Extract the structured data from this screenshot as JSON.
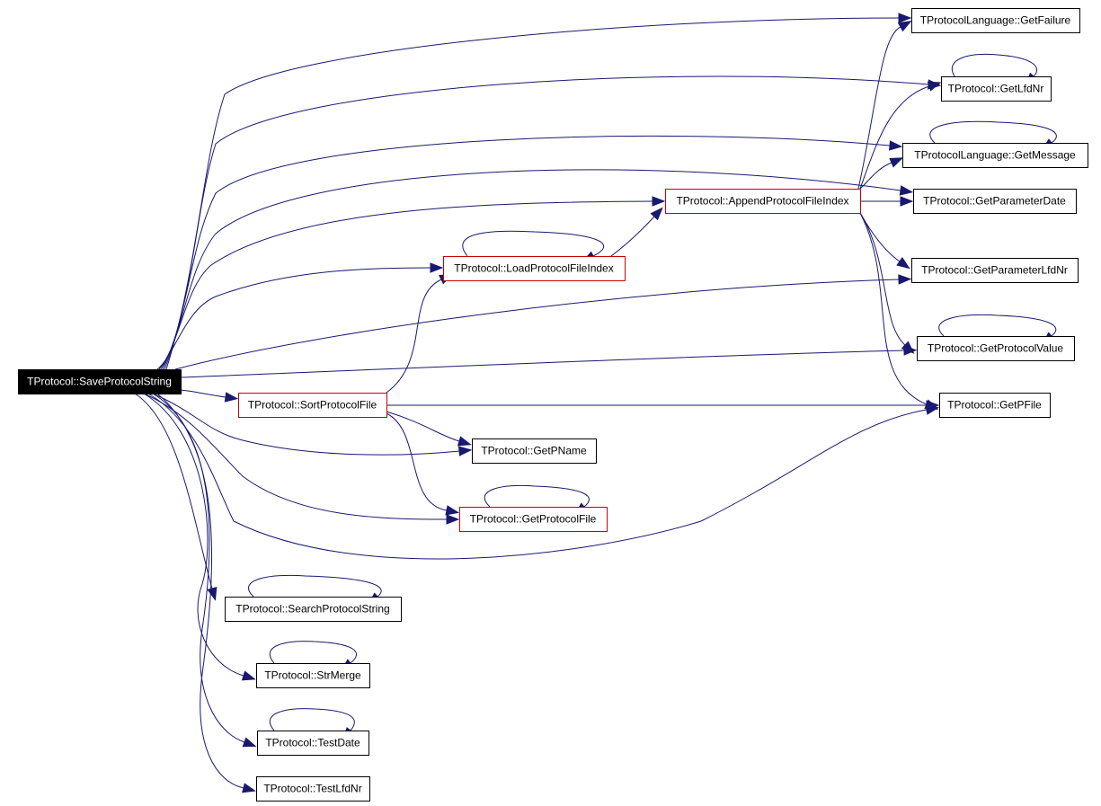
{
  "colors": {
    "edge": "#191970",
    "root_fill": "#000000",
    "root_text": "#ffffff",
    "node_fill": "#ffffff",
    "node_text": "#000000",
    "normal_border": "#000000",
    "highlight_border": "#cc0000"
  },
  "nodes": [
    {
      "id": "save",
      "label": "TProtocol::SaveProtocolString",
      "style": "root"
    },
    {
      "id": "getfailure",
      "label": "TProtocolLanguage::GetFailure",
      "style": "normal"
    },
    {
      "id": "getlfdnr",
      "label": "TProtocol::GetLfdNr",
      "style": "normal"
    },
    {
      "id": "getmessage",
      "label": "TProtocolLanguage::GetMessage",
      "style": "normal"
    },
    {
      "id": "append",
      "label": "TProtocol::AppendProtocolFileIndex",
      "style": "highlight"
    },
    {
      "id": "getparamdate",
      "label": "TProtocol::GetParameterDate",
      "style": "normal"
    },
    {
      "id": "load",
      "label": "TProtocol::LoadProtocolFileIndex",
      "style": "highlight"
    },
    {
      "id": "getparamlfdnr",
      "label": "TProtocol::GetParameterLfdNr",
      "style": "normal"
    },
    {
      "id": "getprotovalue",
      "label": "TProtocol::GetProtocolValue",
      "style": "normal"
    },
    {
      "id": "sort",
      "label": "TProtocol::SortProtocolFile",
      "style": "highlight"
    },
    {
      "id": "getpfile",
      "label": "TProtocol::GetPFile",
      "style": "normal"
    },
    {
      "id": "getpname",
      "label": "TProtocol::GetPName",
      "style": "normal"
    },
    {
      "id": "getprotofile",
      "label": "TProtocol::GetProtocolFile",
      "style": "highlight"
    },
    {
      "id": "search",
      "label": "TProtocol::SearchProtocolString",
      "style": "normal"
    },
    {
      "id": "strmerge",
      "label": "TProtocol::StrMerge",
      "style": "normal"
    },
    {
      "id": "testdate",
      "label": "TProtocol::TestDate",
      "style": "normal"
    },
    {
      "id": "testlfdnr",
      "label": "TProtocol::TestLfdNr",
      "style": "normal"
    }
  ],
  "edges": [
    {
      "from": "save",
      "to": "getfailure"
    },
    {
      "from": "save",
      "to": "getlfdnr"
    },
    {
      "from": "save",
      "to": "getmessage"
    },
    {
      "from": "save",
      "to": "getparamdate"
    },
    {
      "from": "save",
      "to": "append"
    },
    {
      "from": "save",
      "to": "load"
    },
    {
      "from": "save",
      "to": "getparamlfdnr"
    },
    {
      "from": "save",
      "to": "getprotovalue"
    },
    {
      "from": "save",
      "to": "sort"
    },
    {
      "from": "save",
      "to": "getpname"
    },
    {
      "from": "save",
      "to": "getprotofile"
    },
    {
      "from": "save",
      "to": "getpfile"
    },
    {
      "from": "save",
      "to": "search"
    },
    {
      "from": "save",
      "to": "strmerge"
    },
    {
      "from": "save",
      "to": "testdate"
    },
    {
      "from": "save",
      "to": "testlfdnr"
    },
    {
      "from": "load",
      "to": "append"
    },
    {
      "from": "load",
      "to": "load"
    },
    {
      "from": "append",
      "to": "getfailure"
    },
    {
      "from": "append",
      "to": "getlfdnr"
    },
    {
      "from": "append",
      "to": "getmessage"
    },
    {
      "from": "append",
      "to": "getparamdate"
    },
    {
      "from": "append",
      "to": "getparamlfdnr"
    },
    {
      "from": "append",
      "to": "getprotovalue"
    },
    {
      "from": "append",
      "to": "getpfile"
    },
    {
      "from": "sort",
      "to": "load"
    },
    {
      "from": "sort",
      "to": "getpfile"
    },
    {
      "from": "sort",
      "to": "getpname"
    },
    {
      "from": "sort",
      "to": "getprotofile"
    },
    {
      "from": "getlfdnr",
      "to": "getlfdnr"
    },
    {
      "from": "getmessage",
      "to": "getmessage"
    },
    {
      "from": "getprotovalue",
      "to": "getprotovalue"
    },
    {
      "from": "getprotofile",
      "to": "getprotofile"
    },
    {
      "from": "search",
      "to": "search"
    },
    {
      "from": "strmerge",
      "to": "strmerge"
    },
    {
      "from": "testdate",
      "to": "testdate"
    }
  ]
}
